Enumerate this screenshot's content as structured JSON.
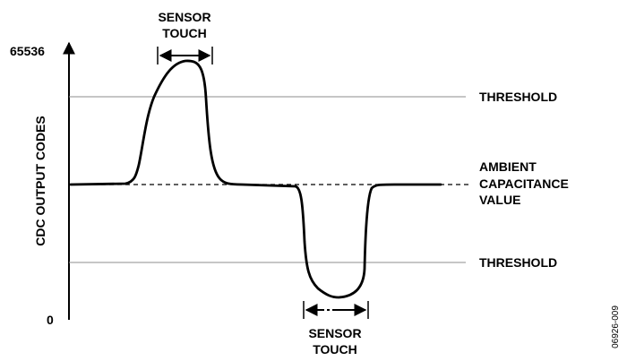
{
  "diagram": {
    "y_axis_label": "CDC OUTPUT CODES",
    "y_max_label": "65536",
    "y_min_label": "0",
    "top_touch_label_line1": "SENSOR",
    "top_touch_label_line2": "TOUCH",
    "bottom_touch_label_line1": "SENSOR",
    "bottom_touch_label_line2": "TOUCH",
    "upper_threshold_label": "THRESHOLD",
    "lower_threshold_label": "THRESHOLD",
    "ambient_label_line1": "AMBIENT",
    "ambient_label_line2": "CAPACITANCE",
    "ambient_label_line3": "VALUE",
    "figure_id": "06926-009",
    "colors": {
      "curve": "#000000",
      "threshold_line": "#8c8c8c",
      "axis": "#000000"
    }
  }
}
